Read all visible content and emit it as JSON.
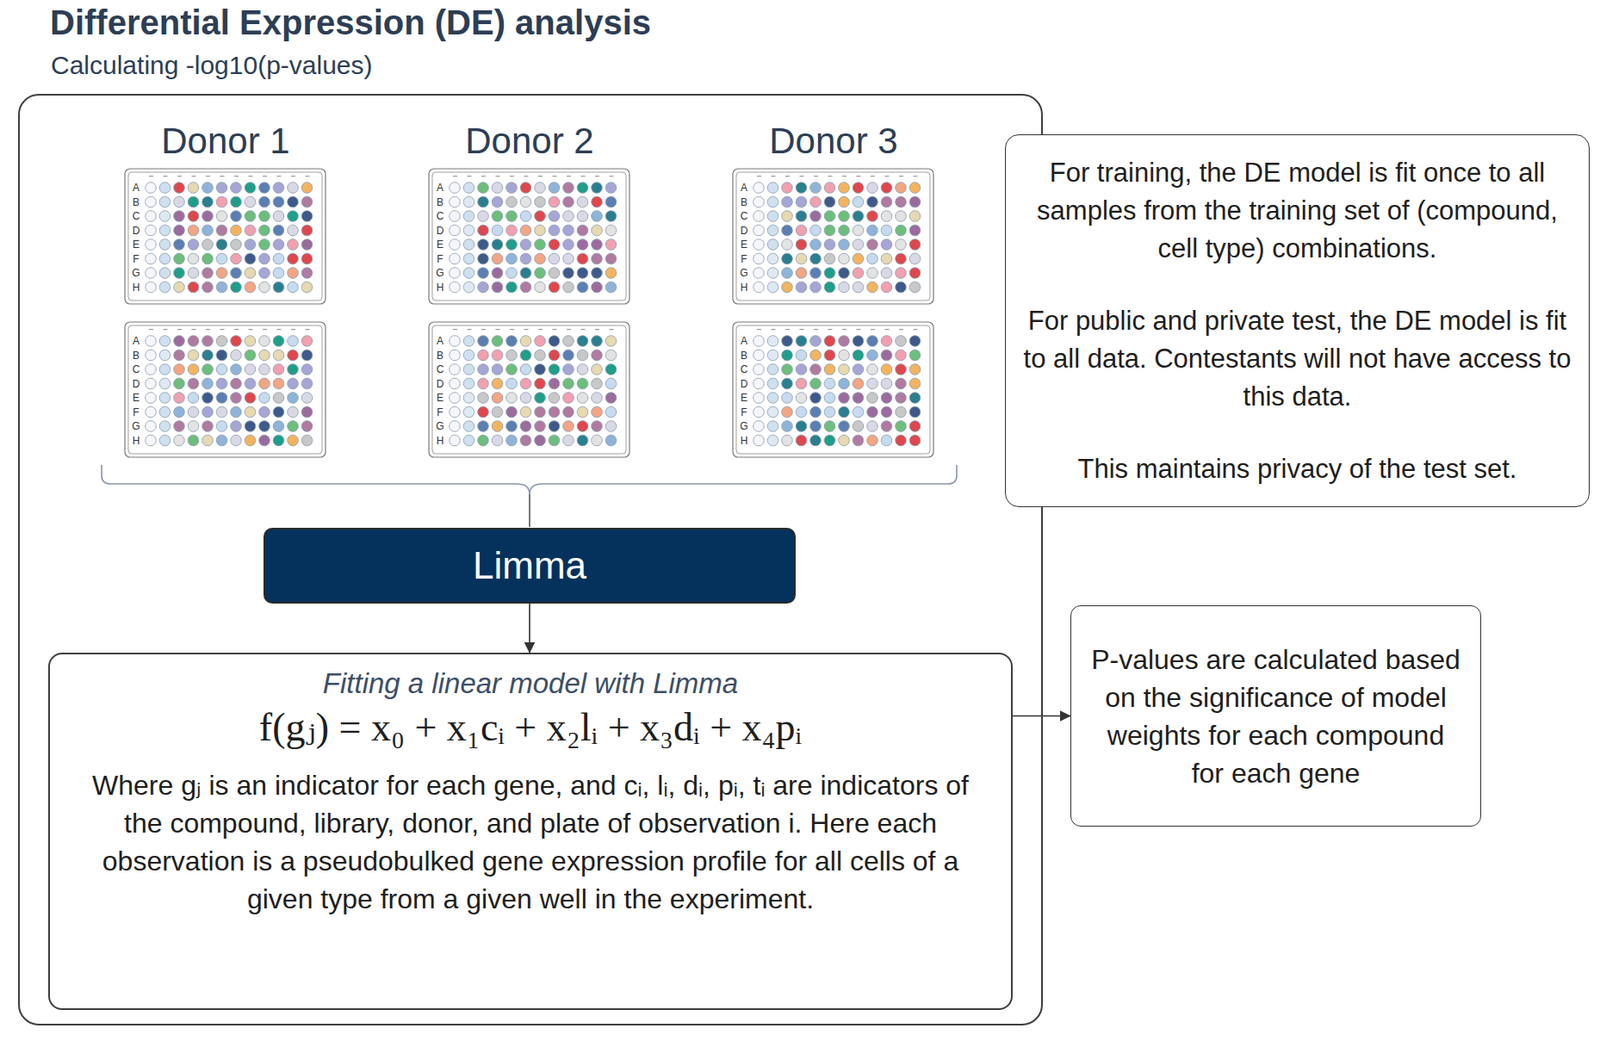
{
  "diagram": {
    "title": "Differential Expression (DE) analysis",
    "nodes": [
      {
        "text": []
      },
      {
        "text": [
          "For training, the DE model is fit once to all samples from the training set of (compound, cell type) combinations.",
          "For public and private test, the DE model is fit to all data. Contestants will not have access to this data.",
          "This maintains privacy of the test set."
        ]
      },
      {
        "text": [
          "Limma"
        ],
        "in": 0
      },
      {
        "text": [
          "Fitting a linear model with Limma",
          "f(gⱼ) = x₀ + x₁cᵢ + x₂lᵢ + x₃dᵢ + x₄pᵢ",
          "Where gⱼ is an indicator for each gene, and cᵢ, lᵢ, dᵢ, pᵢ, tᵢ are indicators of the compound, library, donor, and plate of observation i. Here each observation is a pseudobulked gene expression profile for all cells of a given type from a given well in the experiment."
        ],
        "in": 0
      },
      {
        "text": [
          "P-values are calculated based on the significance of model weights for each compound for each gene"
        ]
      }
    ],
    "edges": [
      {
        "from": 2,
        "to": 3,
        "arrow": "to"
      },
      {
        "from": 3,
        "to": 4,
        "arrow": "to"
      }
    ],
    "labels": [
      "Calculating -log10(p-values)",
      "Donor 1",
      "Donor 2",
      "Donor 3",
      "A",
      "B",
      "C",
      "D",
      "E",
      "F",
      "G",
      "H",
      "A",
      "B",
      "C",
      "D",
      "E",
      "F",
      "G",
      "H",
      "A",
      "B",
      "C",
      "D",
      "E",
      "F",
      "G",
      "H",
      "A",
      "B",
      "C",
      "D",
      "E",
      "F",
      "G",
      "H",
      "A",
      "B",
      "C",
      "D",
      "E",
      "F",
      "G",
      "H",
      "A",
      "B",
      "C",
      "D",
      "E",
      "F",
      "G",
      "H"
    ]
  }
}
